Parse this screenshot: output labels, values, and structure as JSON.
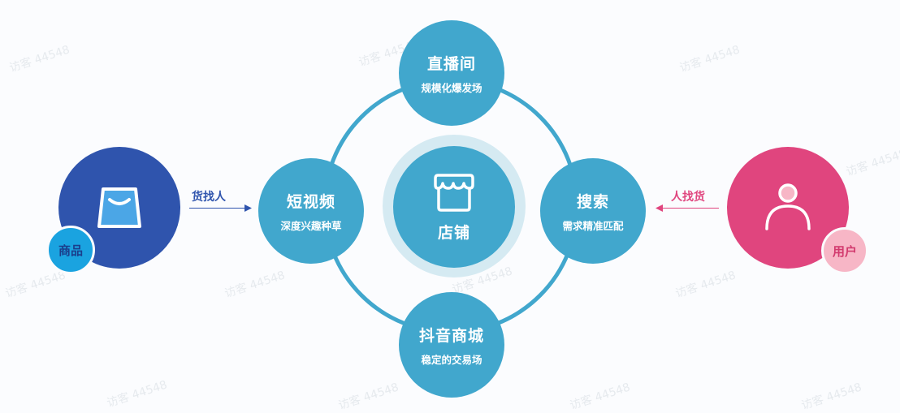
{
  "watermark": "访客 44548",
  "colors": {
    "ring": "#41a7cd",
    "node": "#41a7cd",
    "halo": "#d5eaf2",
    "product": "#2f54ad",
    "product_badge": "#1aa3e0",
    "user": "#e0457e",
    "user_badge": "#f7b6c6",
    "arrow_left": "#2f54ad",
    "arrow_right": "#e0457e"
  },
  "center": {
    "icon": "store-icon",
    "title": "店铺"
  },
  "nodes": {
    "top": {
      "title": "直播间",
      "subtitle": "规模化爆发场"
    },
    "left": {
      "title": "短视频",
      "subtitle": "深度兴趣种草"
    },
    "right": {
      "title": "搜索",
      "subtitle": "需求精准匹配"
    },
    "bottom": {
      "title": "抖音商城",
      "subtitle": "稳定的交易场"
    }
  },
  "product": {
    "icon": "shopping-bag-icon",
    "badge": "商品"
  },
  "user": {
    "icon": "user-icon",
    "badge": "用户"
  },
  "arrows": {
    "left": {
      "label": "货找人",
      "direction": "right"
    },
    "right": {
      "label": "人找货",
      "direction": "left"
    }
  }
}
